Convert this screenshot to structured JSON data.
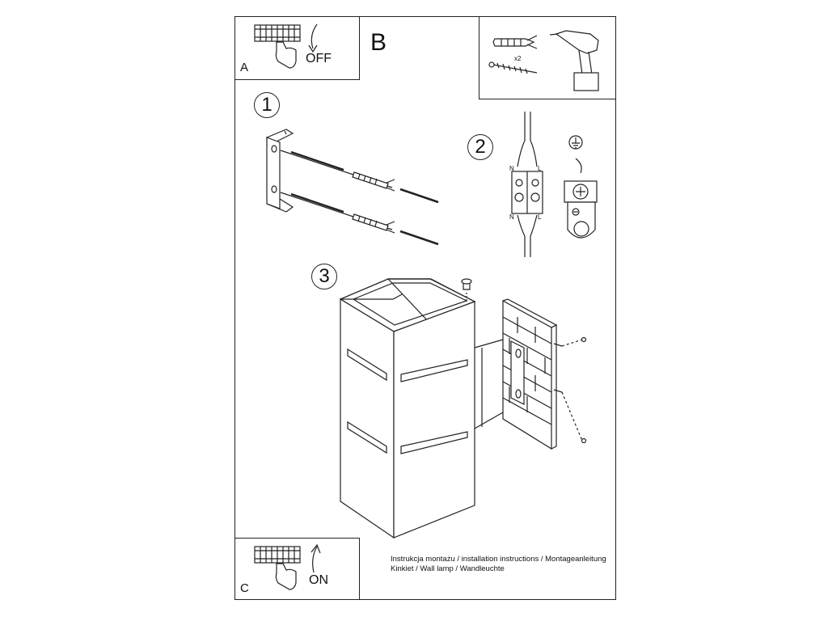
{
  "panel_a": {
    "letter": "A",
    "switch_text": "OFF",
    "icon": "circuit-breaker-off-icon"
  },
  "panel_b": {
    "letter": "B",
    "dowel_count": "x2",
    "icons": [
      "wall-plug-icon",
      "screw-icon",
      "drill-icon"
    ]
  },
  "panel_c": {
    "letter": "C",
    "switch_text": "ON",
    "icon": "circuit-breaker-on-icon"
  },
  "steps": [
    {
      "number": "1"
    },
    {
      "number": "2",
      "terminal_labels": [
        "N",
        "L",
        "N",
        "L"
      ]
    },
    {
      "number": "3"
    }
  ],
  "caption": {
    "line1": "Instrukcja montażu / installation instructions / Montageanleitung",
    "line2": "Kinkiet / Wall lamp / Wandleuchte"
  }
}
